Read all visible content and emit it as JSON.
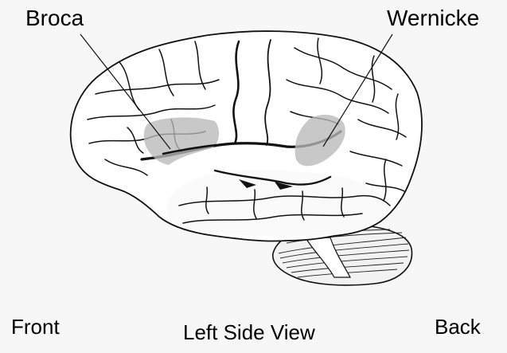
{
  "labels": {
    "broca": "Broca",
    "wernicke": "Wernicke",
    "front": "Front",
    "view": "Left Side View",
    "back": "Back"
  },
  "colors": {
    "background": "#f7f7f7",
    "brain_fill": "#ffffff",
    "outline": "#111111",
    "highlight": "#c8c8c8",
    "cerebellum_fill": "#f2f2f2"
  },
  "icons": {
    "brain": "brain-left-lateral-illustration"
  }
}
